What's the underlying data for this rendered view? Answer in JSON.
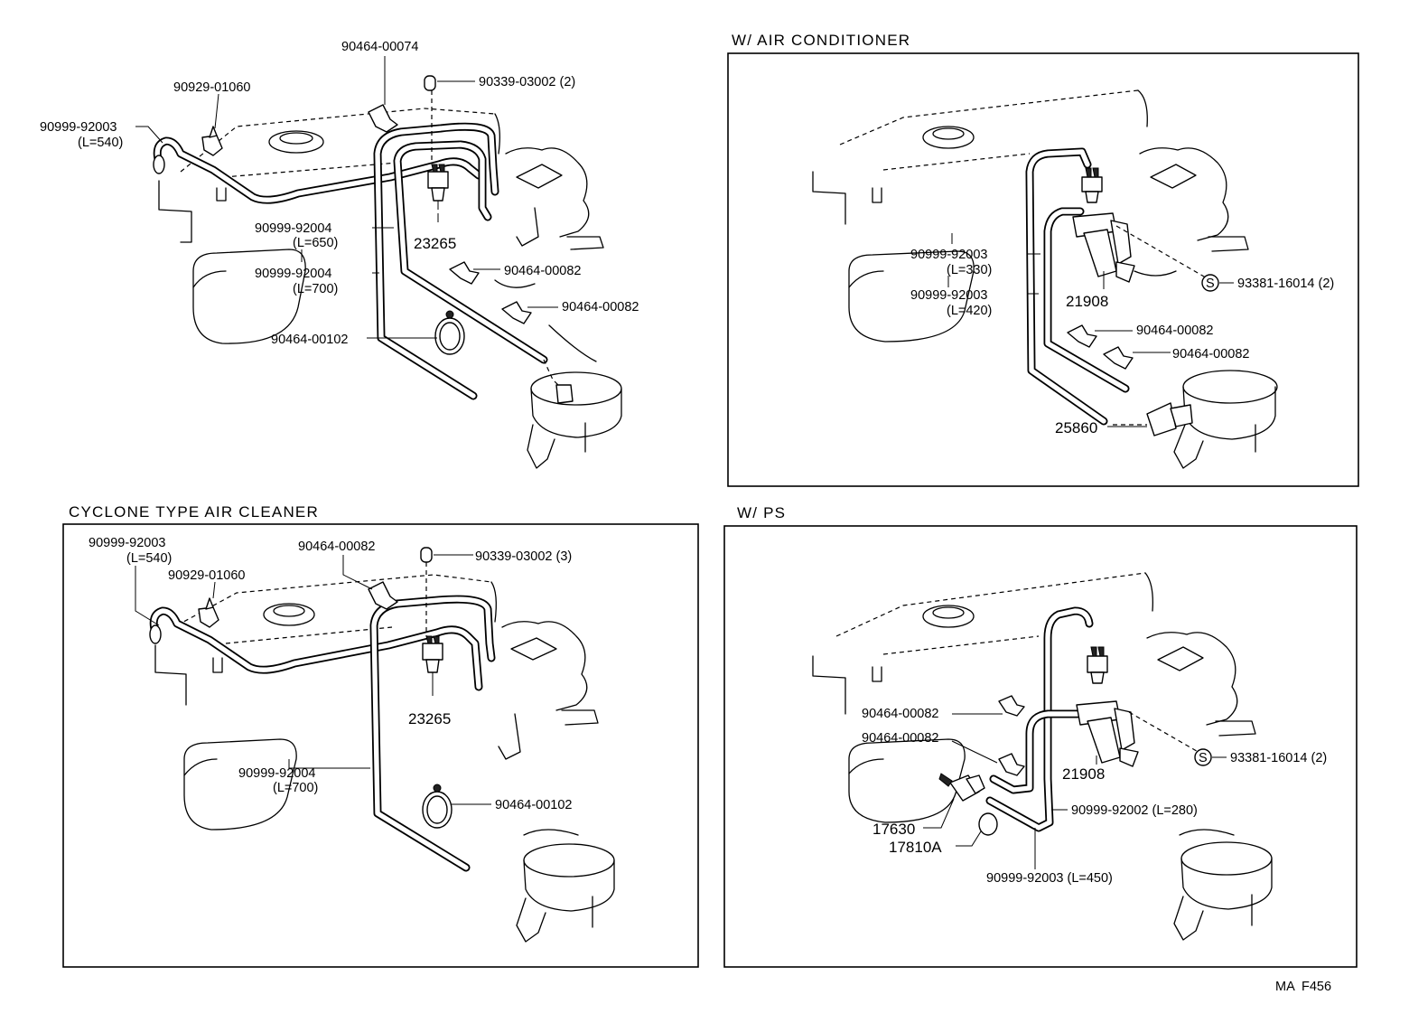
{
  "sections": {
    "main": {
      "title": ""
    },
    "air_conditioner": {
      "title": "W/ AIR CONDITIONER"
    },
    "cyclone": {
      "title": "CYCLONE TYPE AIR CLEANER"
    },
    "power_steering": {
      "title": "W/ PS"
    }
  },
  "labels": {
    "main": {
      "p90464_00074": "90464-00074",
      "p90929_01060": "90929-01060",
      "p90339_03002": "90339-03002 (2)",
      "p90999_92003": "90999-92003",
      "p90999_92003_len": "(L=540)",
      "p90999_92004_a": "90999-92004",
      "p90999_92004_a_len": "(L=650)",
      "p90999_92004_b": "90999-92004",
      "p90999_92004_b_len": "(L=700)",
      "p90464_00102": "90464-00102",
      "p23265": "23265",
      "p90464_00082_a": "90464-00082",
      "p90464_00082_b": "90464-00082"
    },
    "air_conditioner": {
      "p90999_92003_a": "90999-92003",
      "p90999_92003_a_len": "(L=330)",
      "p90999_92003_b": "90999-92003",
      "p90999_92003_b_len": "(L=420)",
      "p21908": "21908",
      "p93381_16014": "93381-16014 (2)",
      "p90464_00082_a": "90464-00082",
      "p90464_00082_b": "90464-00082",
      "p25860": "25860",
      "s_mark": "S"
    },
    "cyclone": {
      "p90999_92003": "90999-92003",
      "p90999_92003_len": "(L=540)",
      "p90929_01060": "90929-01060",
      "p90464_00082": "90464-00082",
      "p90339_03002": "90339-03002 (3)",
      "p23265": "23265",
      "p90999_92004": "90999-92004",
      "p90999_92004_len": "(L=700)",
      "p90464_00102": "90464-00102"
    },
    "power_steering": {
      "p90464_00082_a": "90464-00082",
      "p90464_00082_b": "90464-00082",
      "p21908": "21908",
      "p93381_16014": "93381-16014 (2)",
      "p90999_92002": "90999-92002 (L=280)",
      "p17630": "17630",
      "p17810A": "17810A",
      "p90999_92003": "90999-92003 (L=450)",
      "s_mark": "S"
    }
  },
  "figure_code": "MA  F456"
}
